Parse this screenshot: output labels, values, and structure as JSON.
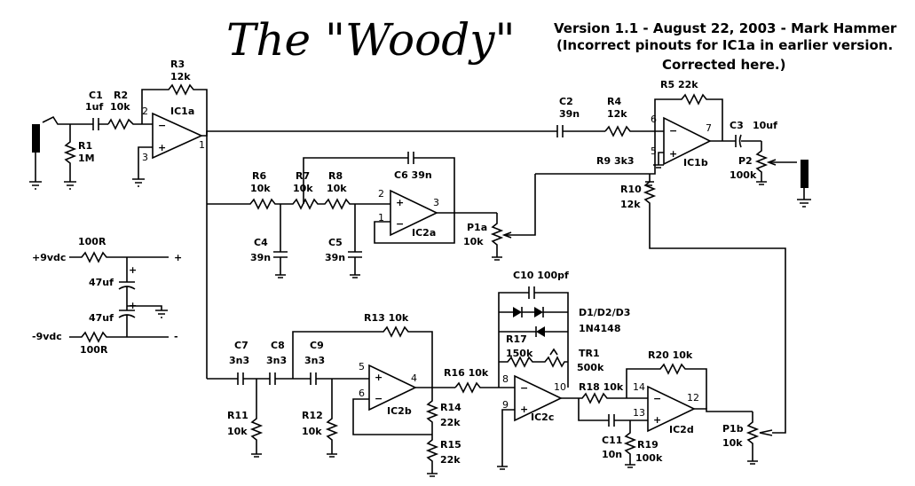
{
  "title": "The \"Woody\"",
  "header": {
    "line1": "Version 1.1  - August 22, 2003 - Mark Hammer",
    "line2": "(Incorrect pinouts for IC1a in earlier version.",
    "line3": "Corrected here.)"
  },
  "opamps": {
    "ic1a": "IC1a",
    "ic1b": "IC1b",
    "ic2a": "IC2a",
    "ic2b": "IC2b",
    "ic2c": "IC2c",
    "ic2d": "IC2d"
  },
  "components": {
    "c1_name": "C1",
    "c1_val": "1uf",
    "r1_name": "R1",
    "r1_val": "1M",
    "r2_name": "R2",
    "r2_val": "10k",
    "r3_name": "R3",
    "r3_val": "12k",
    "c2_name": "C2",
    "c2_val": "39n",
    "r4_name": "R4",
    "r4_val": "12k",
    "r5_label": "R5  22k",
    "c3_name": "C3",
    "c3_val": "10uf",
    "r9_label": "R9 3k3",
    "r10_name": "R10",
    "r10_val": "12k",
    "p2_name": "P2",
    "p2_val": "100k",
    "r6_name": "R6",
    "r6_val": "10k",
    "r7_name": "R7",
    "r7_val": "10k",
    "r8_name": "R8",
    "r8_val": "10k",
    "c6_label": "C6 39n",
    "c4_name": "C4",
    "c4_val": "39n",
    "c5_name": "C5",
    "c5_val": "39n",
    "p1a_name": "P1a",
    "p1a_val": "10k",
    "c7_name": "C7",
    "c7_val": "3n3",
    "c8_name": "C8",
    "c8_val": "3n3",
    "c9_name": "C9",
    "c9_val": "3n3",
    "r13_label": "R13 10k",
    "r11_name": "R11",
    "r11_val": "10k",
    "r12_name": "R12",
    "r12_val": "10k",
    "r14_name": "R14",
    "r14_val": "22k",
    "r15_name": "R15",
    "r15_val": "22k",
    "r16_label": "R16 10k",
    "c10_label": "C10 100pf",
    "diodes_name": "D1/D2/D3",
    "diodes_val": "1N4148",
    "r17_name": "R17",
    "r17_val": "150k",
    "tr1_name": "TR1",
    "tr1_val": "500k",
    "r18_label": "R18 10k",
    "r20_label": "R20 10k",
    "c11_name": "C11",
    "c11_val": "10n",
    "r19_name": "R19",
    "r19_val": "100k",
    "p1b_name": "P1b",
    "p1b_val": "10k"
  },
  "pins": {
    "ic1a_in_minus": "2",
    "ic1a_in_plus": "3",
    "ic1a_out": "1",
    "ic1b_in_minus": "6",
    "ic1b_in_plus": "5",
    "ic1b_out": "7",
    "ic2a_in_plus": "2",
    "ic2a_in_minus": "1",
    "ic2a_out": "3",
    "ic2b_in_plus": "5",
    "ic2b_in_minus": "6",
    "ic2b_out": "4",
    "ic2c_in_minus": "8",
    "ic2c_in_plus": "9",
    "ic2c_out": "10",
    "ic2d_in_minus": "14",
    "ic2d_in_plus": "13",
    "ic2d_out": "12"
  },
  "power": {
    "pos_rail": "+9vdc",
    "neg_rail": "-9vdc",
    "res_top": "100R",
    "res_bot": "100R",
    "cap_top": "47uf",
    "cap_bot": "47uf",
    "plus_sign": "+",
    "minus_sign": "-"
  }
}
